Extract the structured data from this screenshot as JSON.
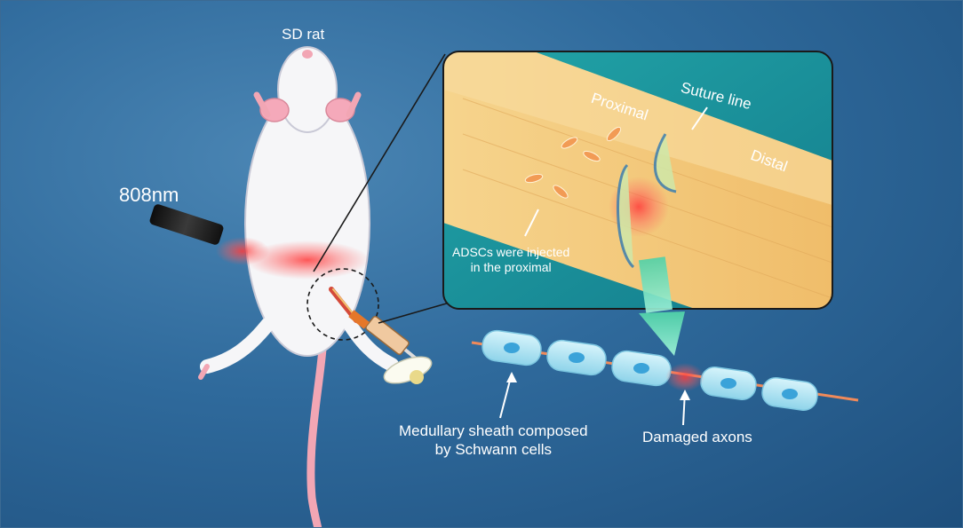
{
  "labels": {
    "sd_rat": "SD rat",
    "laser": "808nm",
    "proximal": "Proximal",
    "suture_line": "Suture line",
    "distal": "Distal",
    "adscs_line1": "ADSCs were injected",
    "adscs_line2": "in the proximal",
    "sheath_line1": "Medullary sheath composed",
    "sheath_line2": "by Schwann cells",
    "damaged_axons": "Damaged axons"
  },
  "colors": {
    "background": "#2f6a9c",
    "panel_bg": "#1f8f9a",
    "nerve": "#f3c77a",
    "laser_glow": "#ff3b3b",
    "schwann_cell": "#a9e3f2",
    "arrow": "#7fe0c0"
  },
  "icons": [
    "rat-illustration",
    "laser-pointer-icon",
    "syringe-icon",
    "nerve-graft-inset",
    "arrow-down-icon"
  ]
}
